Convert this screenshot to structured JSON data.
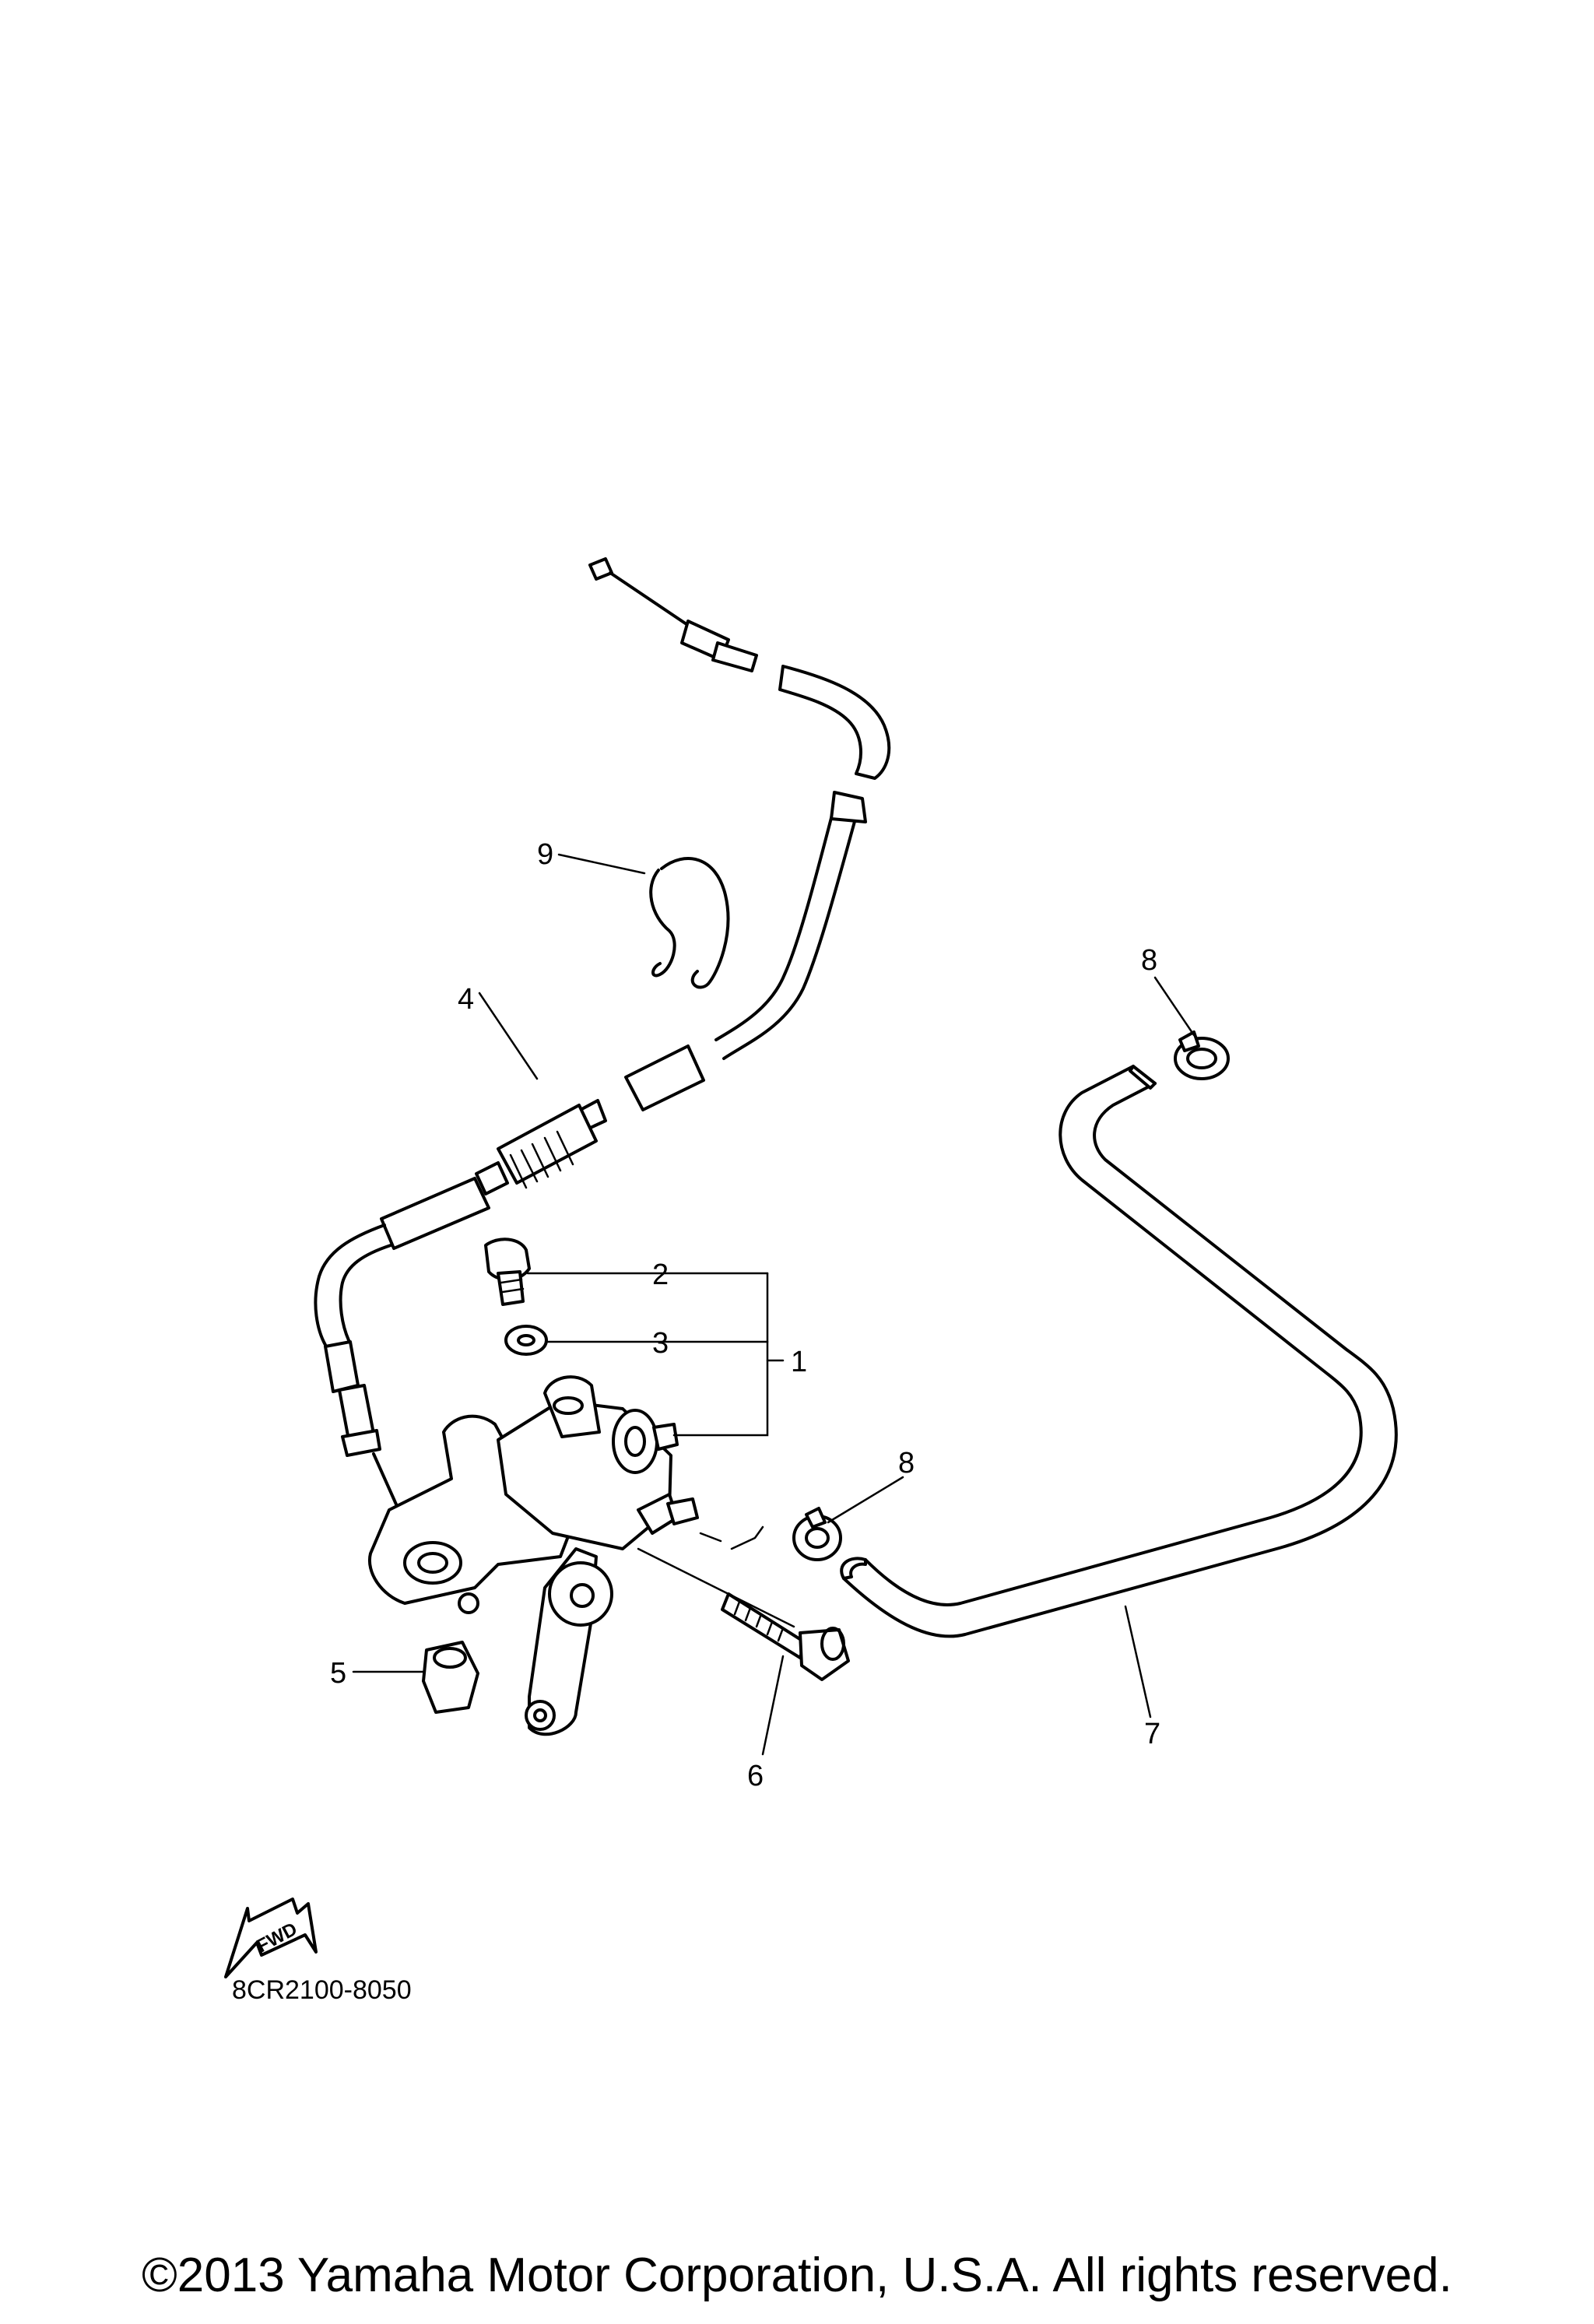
{
  "callouts": {
    "c1": "1",
    "c2": "2",
    "c3": "3",
    "c4": "4",
    "c5": "5",
    "c6": "6",
    "c7": "7",
    "c8a": "8",
    "c8b": "8",
    "c9": "9"
  },
  "fwd_indicator": "FWD",
  "diagram_code": "8CR2100-8050",
  "copyright": "©2013 Yamaha Motor Corporation, U.S.A. All rights reserved."
}
